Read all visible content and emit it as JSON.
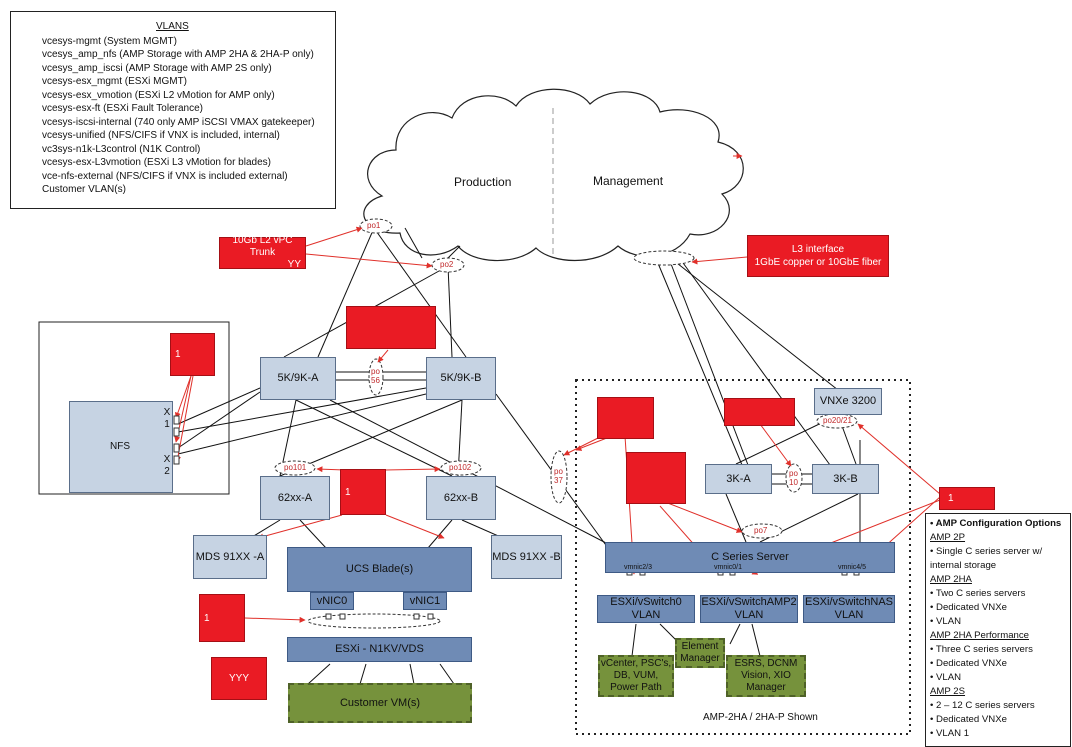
{
  "legend": {
    "title": "VLANS",
    "items": [
      "vcesys-mgmt (System MGMT)",
      "vcesys_amp_nfs (AMP Storage with AMP 2HA & 2HA-P only)",
      "vcesys_amp_iscsi (AMP Storage with AMP 2S only)",
      "vcesys-esx_mgmt (ESXi MGMT)",
      "vcesys-esx_vmotion (ESXi L2 vMotion for AMP only)",
      "vcesys-esx-ft (ESXi Fault Tolerance)",
      "vcesys-iscsi-internal (740 only AMP iSCSI VMAX gatekeeper)",
      "vcesys-unified (NFS/CIFS if VNX is included, internal)",
      "vc3sys-n1k-L3control (N1K Control)",
      "vcesys-esx-L3vmotion (ESXi L3 vMotion for blades)",
      "vce-nfs-external (NFS/CIFS if VNX is included external)",
      "Customer VLAN(s)"
    ]
  },
  "cloud": {
    "left": "Production",
    "right": "Management"
  },
  "callouts": {
    "trunk": "10Gb L2 vPC Trunk",
    "trunk_suffix": "YY",
    "l3_line1": "L3  interface",
    "l3_line2": "1GbE copper or 10GbE fiber",
    "yyy": "YYY",
    "one_a": "1",
    "one_b": "1",
    "one_c": "1",
    "one_d": "1"
  },
  "nodes": {
    "switch_a": "5K/9K-A",
    "switch_b": "5K/9K-B",
    "fi_a": "62xx-A",
    "fi_b": "62xx-B",
    "mds_a": "MDS 91XX -A",
    "mds_b": "MDS 91XX -B",
    "ucs": "UCS Blade(s)",
    "vnic0": "vNIC0",
    "vnic1": "vNIC1",
    "esxi_n1kv": "ESXi - N1KV/VDS",
    "customer_vm": "Customer VM(s)",
    "nfs": "NFS",
    "x1": "X\n1",
    "x2": "X\n2",
    "sw3k_a": "3K-A",
    "sw3k_b": "3K-B",
    "vnxe": "VNXe 3200",
    "cseries": "C Series Server",
    "vswitch0": "ESXi/vSwitch0 VLAN",
    "vswitchamp2": "ESXi/vSwitchAMP2\nVLAN",
    "vswitchnas": "ESXi/vSwitchNAS\nVLAN",
    "vcenter": "vCenter, PSC's,\nDB, VUM,\nPower Path",
    "element_mgr": "Element\nManager",
    "esrs": "ESRS, DCNM\nVision, XIO\nManager",
    "amp_caption": "AMP-2HA / 2HA-P Shown"
  },
  "port_labels": {
    "po1": "po1",
    "po2": "po2",
    "po56": "po\n56",
    "po101": "po101",
    "po102": "po102",
    "po37": "po\n37",
    "po10": "po\n10",
    "po7": "po7",
    "po2021": "po20/21",
    "vmnic23": "vmnic2/3",
    "vmnic01": "vmnic0/1",
    "vmnic45": "vmnic4/5"
  },
  "amp_options": {
    "title": "AMP Configuration Options",
    "groups": [
      {
        "name": "AMP 2P",
        "items": [
          "Single C series server w/ internal storage"
        ]
      },
      {
        "name": "AMP 2HA",
        "items": [
          "Two C series servers",
          "Dedicated VNXe",
          "VLAN"
        ]
      },
      {
        "name": "AMP 2HA Performance",
        "items": [
          "Three C series servers",
          "Dedicated VNXe",
          "VLAN"
        ]
      },
      {
        "name": "AMP 2S",
        "items": [
          "2 – 12  C series servers",
          "Dedicated VNXe",
          "VLAN 1"
        ]
      }
    ]
  },
  "colors": {
    "light_box": "#c6d3e3",
    "dark_box": "#6f8bb5",
    "green_box": "#76923c",
    "callout_red": "#ea1b24",
    "arrow_red": "#e0302a"
  }
}
